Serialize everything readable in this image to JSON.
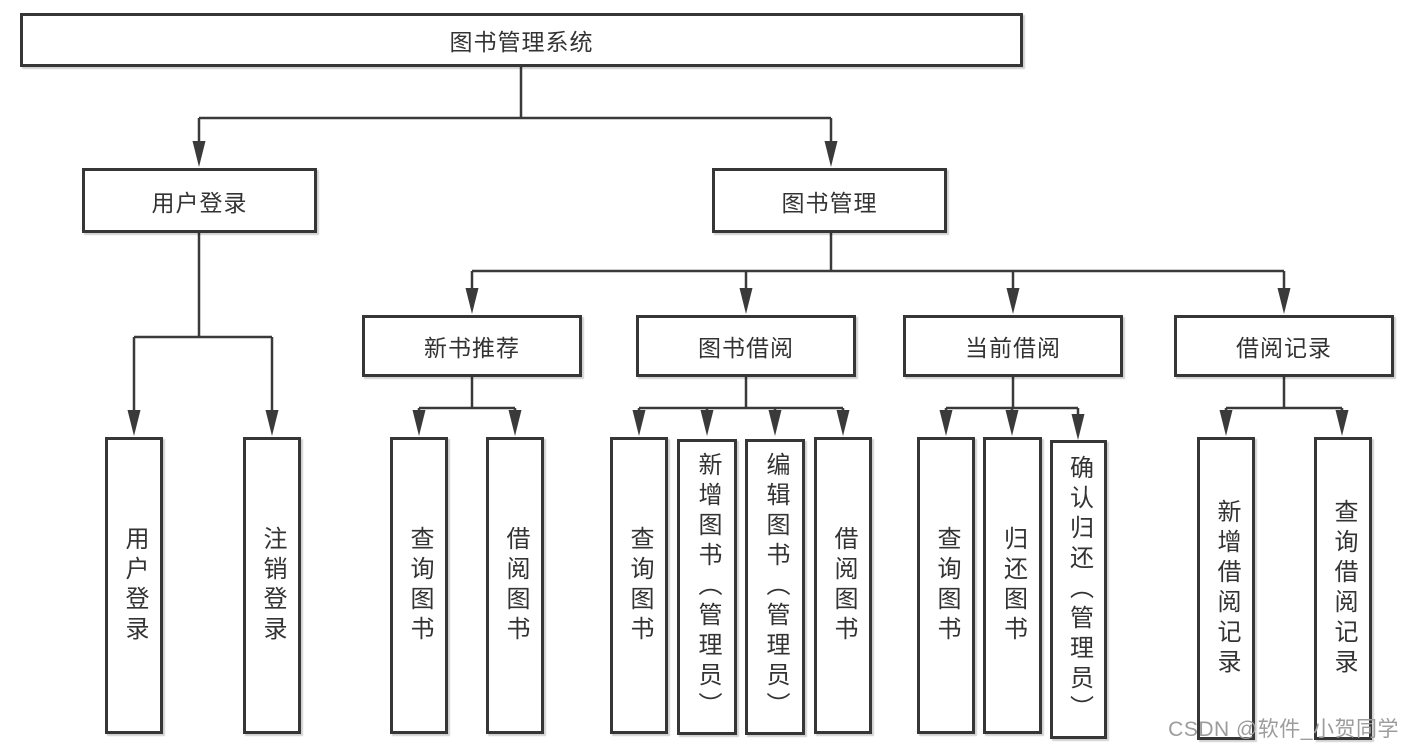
{
  "colors": {
    "background": "#ffffff",
    "line": "#3a3a3a",
    "box_border": "#363636",
    "text": "#333333",
    "watermark": "#9c9c9c"
  },
  "tree": {
    "root": {
      "label": "图书管理系统"
    },
    "branches": [
      {
        "label": "用户登录",
        "children": [
          {
            "label": "用户登录"
          },
          {
            "label": "注销登录"
          }
        ]
      },
      {
        "label": "图书管理",
        "children": [
          {
            "label": "新书推荐",
            "children": [
              {
                "label": "查询图书"
              },
              {
                "label": "借阅图书"
              }
            ]
          },
          {
            "label": "图书借阅",
            "children": [
              {
                "label": "查询图书"
              },
              {
                "label": "新增图书（管理员）"
              },
              {
                "label": "编辑图书（管理员）"
              },
              {
                "label": "借阅图书"
              }
            ]
          },
          {
            "label": "当前借阅",
            "children": [
              {
                "label": "查询图书"
              },
              {
                "label": "归还图书"
              },
              {
                "label": "确认归还（管理员）"
              }
            ]
          },
          {
            "label": "借阅记录",
            "children": [
              {
                "label": "新增借阅记录"
              },
              {
                "label": "查询借阅记录"
              }
            ]
          }
        ]
      }
    ]
  },
  "watermark": {
    "text": "CSDN @软件_小贺同学"
  }
}
